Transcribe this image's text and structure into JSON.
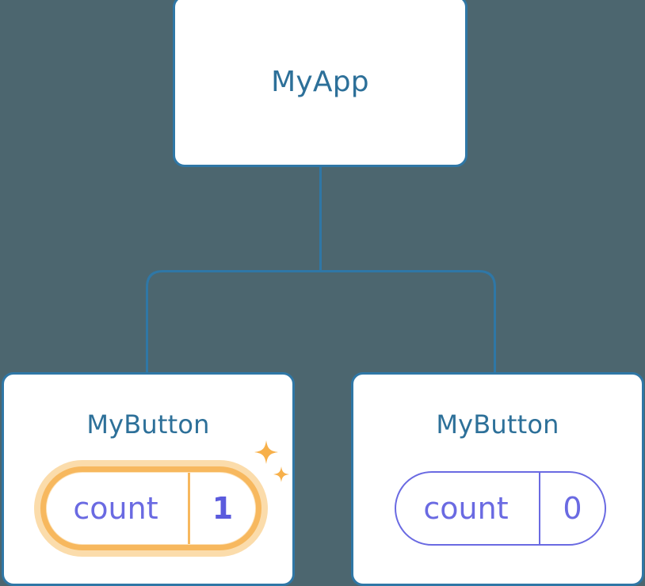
{
  "diagram": {
    "type": "component-tree",
    "background_color": "#4c666f",
    "node_border_color": "#2f77a6",
    "node_fill_color": "#ffffff",
    "node_title_color": "#2d7099",
    "connector_color": "#2f77a6",
    "state_color": "#6a6ae2",
    "highlight_color": "#f7b85e",
    "highlight_glow_color": "#fbdcab",
    "root": {
      "title": "MyApp"
    },
    "children": [
      {
        "title": "MyButton",
        "state": {
          "key": "count",
          "value": "1"
        },
        "highlighted": true,
        "sparkles": [
          {
            "name": "sparkle-large",
            "size": 34
          },
          {
            "name": "sparkle-small",
            "size": 20
          }
        ]
      },
      {
        "title": "MyButton",
        "state": {
          "key": "count",
          "value": "0"
        },
        "highlighted": false,
        "sparkles": []
      }
    ]
  }
}
